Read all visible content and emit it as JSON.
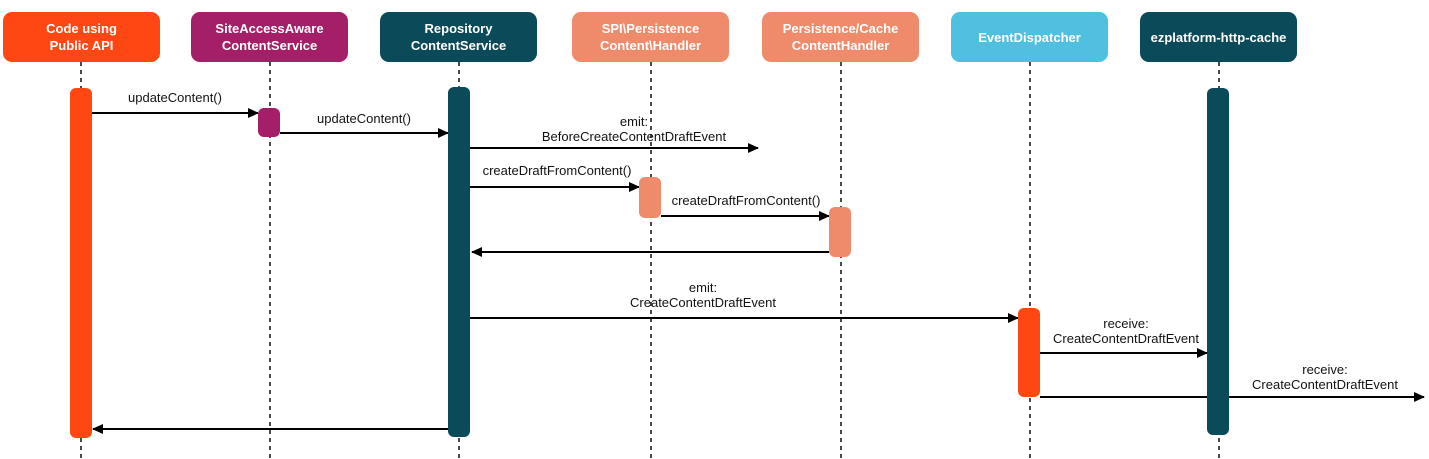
{
  "diagram": {
    "kind": "sequence-diagram",
    "colors": {
      "orange": "#FF4713",
      "magenta": "#A41E68",
      "teal": "#0B4A58",
      "salmon": "#EF8A6B",
      "lightblue": "#4FC0DF",
      "arrow": "#000000",
      "lifeline": "#4A4A4A",
      "background": "#FFFFFF",
      "label_text": "#131313"
    }
  },
  "actors": [
    {
      "line1": "Code using",
      "line2": "Public API",
      "color": "orange"
    },
    {
      "line1": "SiteAccessAware",
      "line2": "ContentService",
      "color": "magenta"
    },
    {
      "line1": "Repository",
      "line2": "ContentService",
      "color": "teal"
    },
    {
      "line1": "SPI\\Persistence",
      "line2": "Content\\Handler",
      "color": "salmon"
    },
    {
      "line1": "Persistence/Cache",
      "line2": "ContentHandler",
      "color": "salmon"
    },
    {
      "line1": "EventDispatcher",
      "color": "lightblue"
    },
    {
      "line1": "ezplatform-http-cache",
      "color": "teal"
    }
  ],
  "messages": [
    {
      "line1": "updateContent()",
      "from": "Code using Public API",
      "to": "SiteAccessAware ContentService"
    },
    {
      "line1": "updateContent()",
      "from": "SiteAccessAware ContentService",
      "to": "Repository ContentService"
    },
    {
      "line1": "emit:",
      "line2": "BeforeCreateContentDraftEvent",
      "from": "Repository ContentService"
    },
    {
      "line1": "createDraftFromContent()",
      "from": "Repository ContentService",
      "to": "SPI\\Persistence Content\\Handler"
    },
    {
      "line1": "createDraftFromContent()",
      "from": "SPI\\Persistence Content\\Handler",
      "to": "Persistence/Cache ContentHandler"
    },
    {
      "type": "return",
      "from": "Persistence/Cache ContentHandler",
      "to": "Repository ContentService"
    },
    {
      "line1": "emit:",
      "line2": "CreateContentDraftEvent",
      "from": "Repository ContentService",
      "to": "EventDispatcher"
    },
    {
      "line1": "receive:",
      "line2": "CreateContentDraftEvent",
      "from": "EventDispatcher",
      "to": "ezplatform-http-cache"
    },
    {
      "line1": "receive:",
      "line2": "CreateContentDraftEvent",
      "from": "EventDispatcher"
    },
    {
      "type": "return",
      "from": "Repository ContentService",
      "to": "Code using Public API"
    }
  ]
}
